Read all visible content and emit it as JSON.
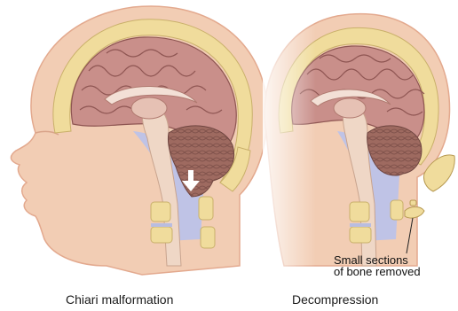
{
  "figure": {
    "left_caption": "Chiari malformation",
    "right_caption": "Decompression",
    "annotation": {
      "line1": "Small sections",
      "line2": "of bone removed"
    }
  },
  "colors": {
    "skin": "#f2cdb4",
    "skin_dark": "#e3a98e",
    "bone": "#f0dc9c",
    "brain": "#c98f8a",
    "brain_dark": "#8e5552",
    "csf": "#bfc3e6",
    "cerebellum": "#9e6a60",
    "spinal_cord": "#efd7c6"
  }
}
